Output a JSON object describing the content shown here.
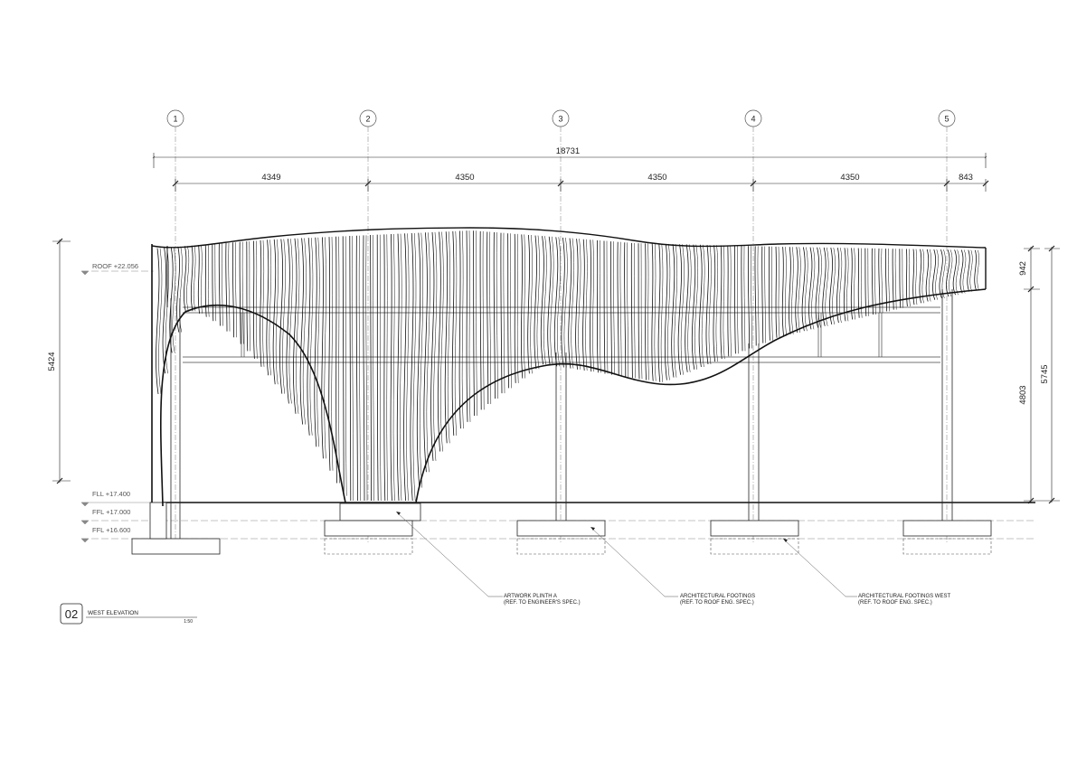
{
  "grid_labels": [
    "1",
    "2",
    "3",
    "4",
    "5"
  ],
  "dimensions": {
    "overall": "18731",
    "spans": [
      "4349",
      "4350",
      "4350",
      "4350",
      "843"
    ],
    "left_height": "5424",
    "right_top": "942",
    "right_mid": "4803",
    "right_total": "5745"
  },
  "levels": {
    "roof": "ROOF +22.056",
    "fll": "FLL +17.400",
    "ffl1": "FFL +17.000",
    "ffl2": "FFL +16.600"
  },
  "notes": [
    {
      "line1": "ARTWORK PLINTH A",
      "line2": "(REF. TO ENGINEER'S SPEC.)"
    },
    {
      "line1": "ARCHITECTURAL FOOTINGS",
      "line2": "(REF. TO ROOF ENG. SPEC.)"
    },
    {
      "line1": "ARCHITECTURAL FOOTINGS WEST",
      "line2": "(REF. TO ROOF ENG. SPEC.)"
    }
  ],
  "title": {
    "number": "02",
    "name": "WEST ELEVATION",
    "scale": "1:50"
  }
}
